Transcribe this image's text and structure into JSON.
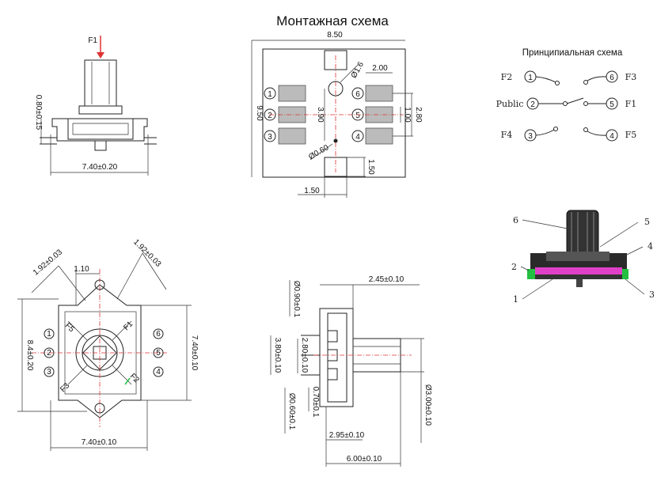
{
  "titles": {
    "mounting": "Монтажная схема",
    "schematic": "Принципиальная схема"
  },
  "top_left_view": {
    "force": "F1",
    "height_dim": "0.80±0.15",
    "width_dim": "7.40±0.20"
  },
  "footprint": {
    "width": "8.50",
    "height": "9.50",
    "hole_dim": "Ø1.6",
    "offset": "2.00",
    "pitch": "3.90",
    "pad_h": "2.80",
    "pad_gap": "1.00",
    "lower_hole": "Ø0.60",
    "tab_w": "1.50",
    "tab_h": "1.50",
    "pins_left": [
      "1",
      "2",
      "3"
    ],
    "pins_right": [
      "6",
      "5",
      "4"
    ]
  },
  "schematic": {
    "labels_left": [
      "F2",
      "Public",
      "F4"
    ],
    "labels_right": [
      "F3",
      "F1",
      "F5"
    ],
    "pins_left": [
      "1",
      "2",
      "3"
    ],
    "pins_right": [
      "6",
      "5",
      "4"
    ]
  },
  "cross_section": {
    "callouts": [
      "6",
      "5",
      "4",
      "2",
      "1",
      "3"
    ],
    "colors": {
      "pink": "#e040c8",
      "green": "#22c040"
    }
  },
  "bottom_left_view": {
    "dim_diag_left": "1.92±0.03",
    "dim_diag_right": "1.92±0.03",
    "dim_top": "1.10",
    "dim_height_left": "8.4±0.20",
    "dim_height_right": "7.40±0.10",
    "dim_width": "7.40±0.10",
    "dir_labels": [
      "F5",
      "F1",
      "F3",
      "F2"
    ],
    "pins": [
      "1",
      "2",
      "3",
      "4",
      "5",
      "6"
    ]
  },
  "side_view": {
    "dim_top": "2.45±0.10",
    "dim_d1": "Ø0.90±0.1",
    "dim_380": "3.80±0.10",
    "dim_280": "2.80±0.10",
    "dim_d2": "Ø0.60±0.1",
    "dim_070": "0.70±0.1",
    "dim_shaft": "Ø3.00±0.10",
    "dim_295": "2.95±0.10",
    "dim_600": "6.00±0.10"
  }
}
